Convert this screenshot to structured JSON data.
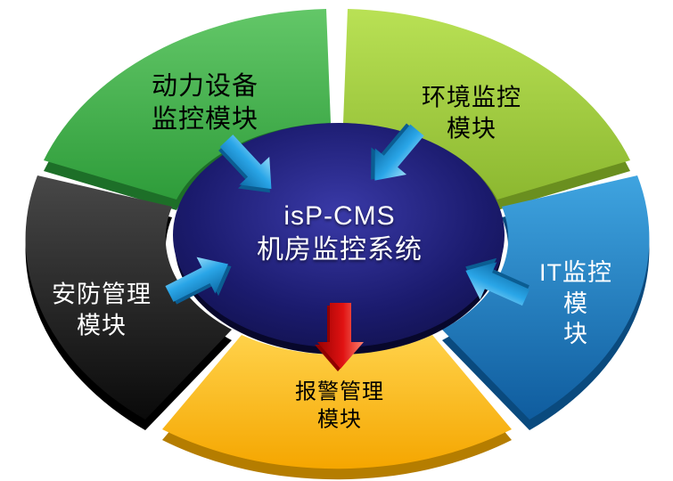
{
  "diagram": {
    "title": {
      "line1": "isP-CMS",
      "line2": "机房监控系统",
      "color": "#ffffff",
      "ellipse_color": "#1b1b6b"
    },
    "modules": [
      {
        "id": "power",
        "label": "动力设备\n监控模块",
        "color": "#3fae49",
        "text_color": "#000000",
        "position": "top-left"
      },
      {
        "id": "environment",
        "label": "环境监控\n模块",
        "color": "#9aca3b",
        "text_color": "#000000",
        "position": "top-right"
      },
      {
        "id": "it",
        "label": "IT监控模\n块",
        "color": "#1b76c0",
        "text_color": "#ffffff",
        "position": "right"
      },
      {
        "id": "alarm",
        "label": "报警管理\n模块",
        "color": "#ffc000",
        "text_color": "#000000",
        "position": "bottom"
      },
      {
        "id": "security",
        "label": "安防管理\n模块",
        "color": "#1a1a1a",
        "text_color": "#ffffff",
        "position": "left"
      }
    ],
    "arrows": [
      {
        "id": "power-to-center",
        "color": "#1f9cd8",
        "direction": "down-right"
      },
      {
        "id": "environment-to-center",
        "color": "#1f9cd8",
        "direction": "down-left"
      },
      {
        "id": "it-to-center",
        "color": "#1f9cd8",
        "direction": "left-up"
      },
      {
        "id": "security-to-center",
        "color": "#1f9cd8",
        "direction": "right-up"
      },
      {
        "id": "center-to-alarm",
        "color": "#dd1111",
        "direction": "down"
      }
    ]
  }
}
